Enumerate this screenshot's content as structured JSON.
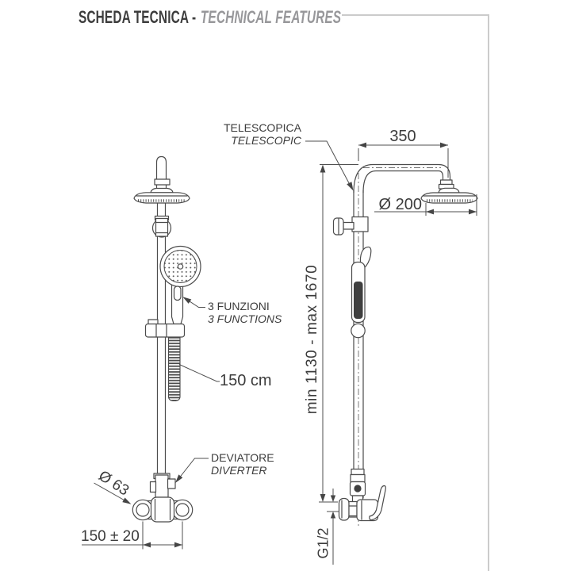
{
  "title": {
    "main": "SCHEDA TECNICA -",
    "secondary": "TECHNICAL FEATURES"
  },
  "right_view": {
    "telescopic_label_it": "TELESCOPICA",
    "telescopic_label_en": "TELESCOPIC",
    "arm_length": "350",
    "head_diameter": "Ø 200",
    "height_range": "min 1130 - max 1670",
    "inlet_thread": "G1/2"
  },
  "left_view": {
    "functions_label_it": "3 FUNZIONI",
    "functions_label_en": "3 FUNCTIONS",
    "hose_length": "150 cm",
    "diverter_label_it": "DEVIATORE",
    "diverter_label_en": "DIVERTER",
    "flange_diameter": "Ø 63",
    "inlet_spacing": "150 ± 20"
  },
  "colors": {
    "line": "#4b4b4b",
    "title_main": "#3d3d3d",
    "title_secondary": "#97979a",
    "frame": "#cbcbcb",
    "accent_dark": "#3f3f3f"
  }
}
